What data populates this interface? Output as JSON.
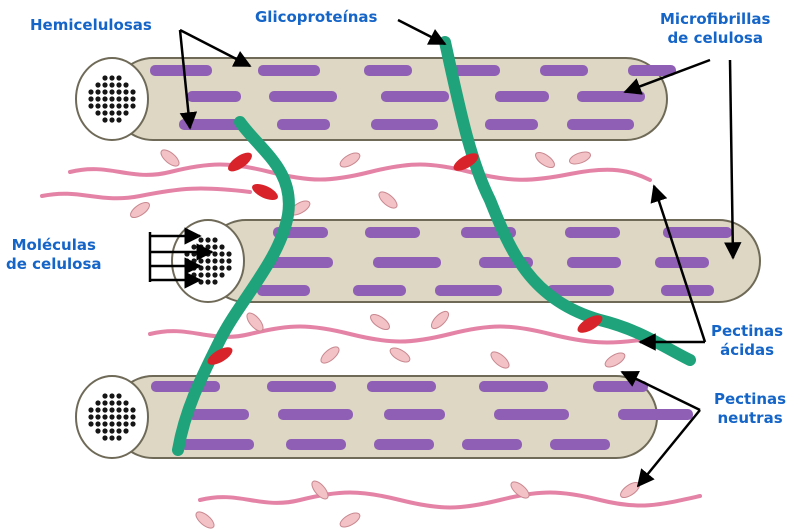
{
  "labels": {
    "hemicelulosas": "Hemicelulosas",
    "glicoproteinas": "Glicoproteínas",
    "microfibrillas": [
      "Microfibrillas",
      "de celulosa"
    ],
    "moleculas": [
      "Moléculas",
      "de celulosa"
    ],
    "pectinas_acidas": [
      "Pectinas",
      "ácidas"
    ],
    "pectinas_neutras": [
      "Pectinas",
      "neutras"
    ]
  },
  "colors": {
    "label_text": "#1565c8",
    "microfibril_fill": "#ddd7c4",
    "microfibril_stroke": "#6f6a58",
    "hemicellulose": "#8f5fb5",
    "glycoprotein": "#1fa37a",
    "acidic_pectin": "#e483a6",
    "neutral_pectin": "#f3c2c6",
    "red_molecule": "#d8232a",
    "cellulose_molecule": "#151515",
    "arrow": "#000000"
  }
}
